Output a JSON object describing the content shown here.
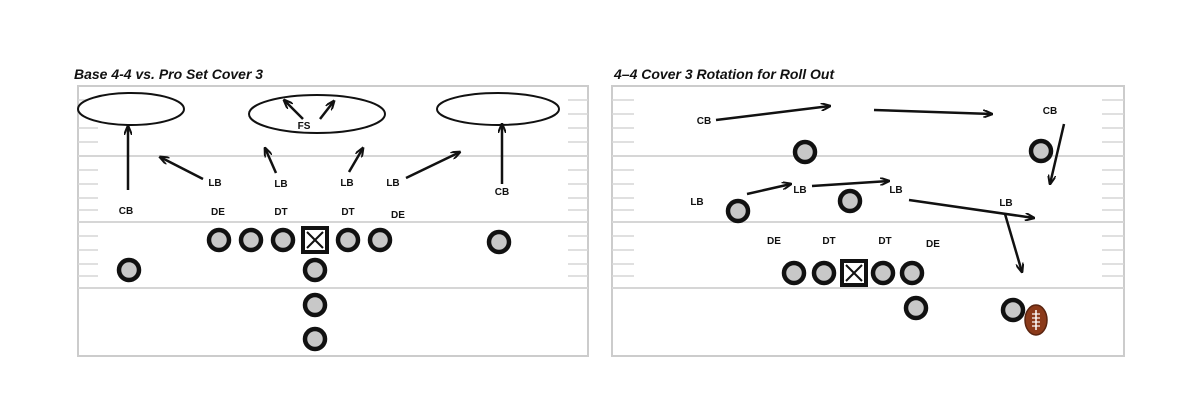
{
  "left": {
    "title": "Base 4-4 vs. Pro Set Cover 3",
    "labels": {
      "fs": "FS",
      "lb1": "LB",
      "lb2": "LB",
      "lb3": "LB",
      "lb4": "LB",
      "cb_left": "CB",
      "cb_right": "CB",
      "de_left": "DE",
      "dt_left": "DT",
      "dt_right": "DT",
      "de_right": "DE"
    }
  },
  "right": {
    "title": "4–4 Cover 3 Rotation for Roll Out",
    "labels": {
      "cb_left": "CB",
      "cb_right": "CB",
      "lb1": "LB",
      "lb2": "LB",
      "lb3": "LB",
      "lb4": "LB",
      "de_left": "DE",
      "dt_left": "DT",
      "dt_right": "DT",
      "de_right": "DE"
    }
  },
  "colors": {
    "field_border": "#cccccc",
    "yard_line": "#d6d6d6",
    "player_fill": "#c8c8c8",
    "player_stroke": "#111111",
    "football": "#8b3a1a"
  },
  "icons": {
    "center": "x-box-icon",
    "ball": "football-icon"
  }
}
